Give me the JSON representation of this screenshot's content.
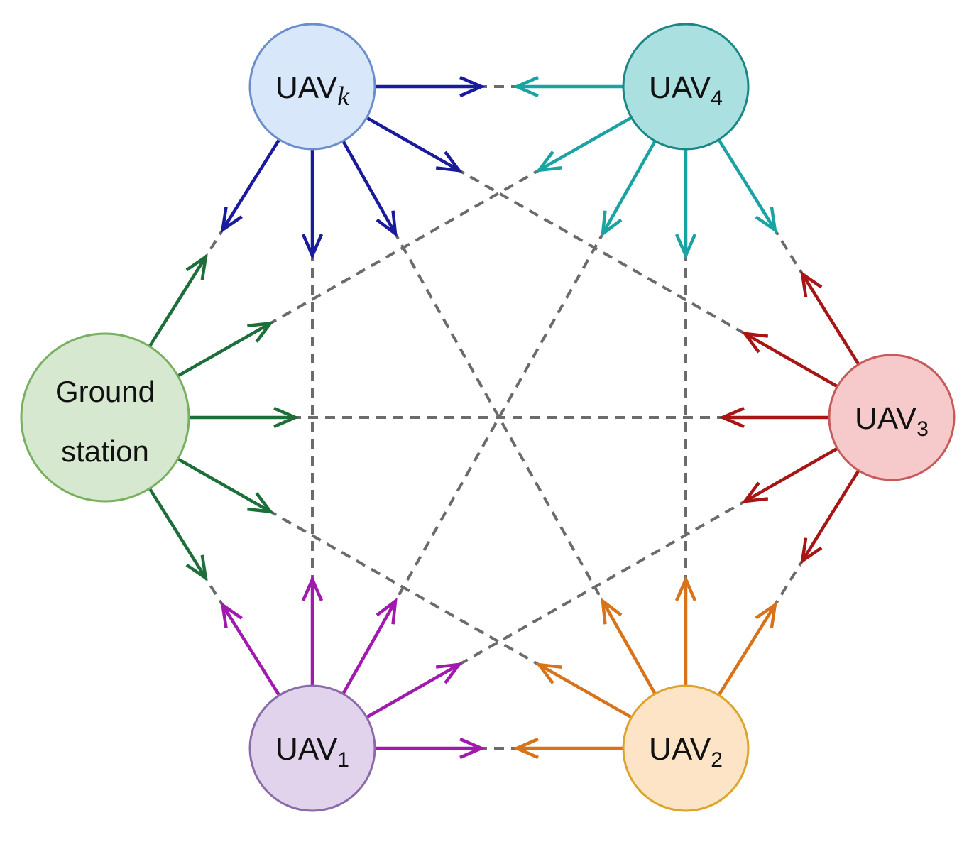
{
  "diagram": {
    "colors": {
      "dashed_link": "#6b6b6b",
      "uav_k": "#1a1a9c",
      "uav_4": "#1aa3a3",
      "uav_3": "#a81515",
      "uav_2": "#d8731a",
      "uav_1": "#a01aae",
      "ground": "#1e6e3a"
    },
    "nodes": {
      "uav_k": {
        "base": "UAV",
        "sub": "k",
        "fill": "#d8e7fa",
        "stroke": "#6a8ecb"
      },
      "uav_4": {
        "base": "UAV",
        "sub": "4",
        "fill": "#abe0e1",
        "stroke": "#1a8686"
      },
      "uav_3": {
        "base": "UAV",
        "sub": "3",
        "fill": "#f6caca",
        "stroke": "#c45a5a"
      },
      "uav_2": {
        "base": "UAV",
        "sub": "2",
        "fill": "#fde4c6",
        "stroke": "#dca42a"
      },
      "uav_1": {
        "base": "UAV",
        "sub": "1",
        "fill": "#e0d3eb",
        "stroke": "#8a6aa8"
      },
      "ground": {
        "line1": "Ground",
        "line2": "station",
        "fill": "#d6e8cf",
        "stroke": "#78b060"
      }
    }
  }
}
